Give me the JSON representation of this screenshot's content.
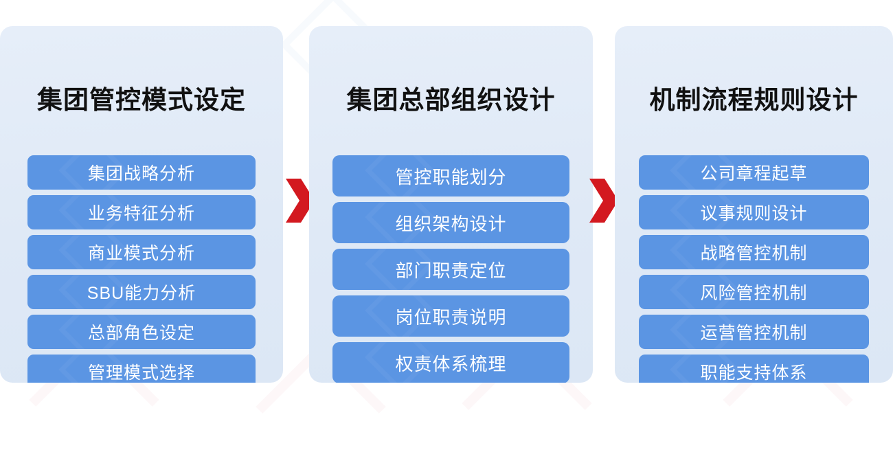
{
  "theme": {
    "page_background": "#ffffff",
    "card_background": "#e1ebf7",
    "item_background": "#5b95e3",
    "item_text_color": "#ffffff",
    "title_color": "#111111",
    "arrow_color": "#d31920"
  },
  "columns": [
    {
      "id": "group-control-mode",
      "title": "集团管控模式设定",
      "items": [
        "集团战略分析",
        "业务特征分析",
        "商业模式分析",
        "SBU能力分析",
        "总部角色设定",
        "管理模式选择"
      ]
    },
    {
      "id": "headquarters-org-design",
      "title": "集团总部组织设计",
      "items": [
        "管控职能划分",
        "组织架构设计",
        "部门职责定位",
        "岗位职责说明",
        "权责体系梳理"
      ]
    },
    {
      "id": "mechanism-process-rules",
      "title": "机制流程规则设计",
      "items": [
        "公司章程起草",
        "议事规则设计",
        "战略管控机制",
        "风险管控机制",
        "运营管控机制",
        "职能支持体系"
      ]
    }
  ],
  "connectors": [
    {
      "id": "arrow-1",
      "icon": "chevron-right-icon"
    },
    {
      "id": "arrow-2",
      "icon": "chevron-right-icon"
    }
  ]
}
